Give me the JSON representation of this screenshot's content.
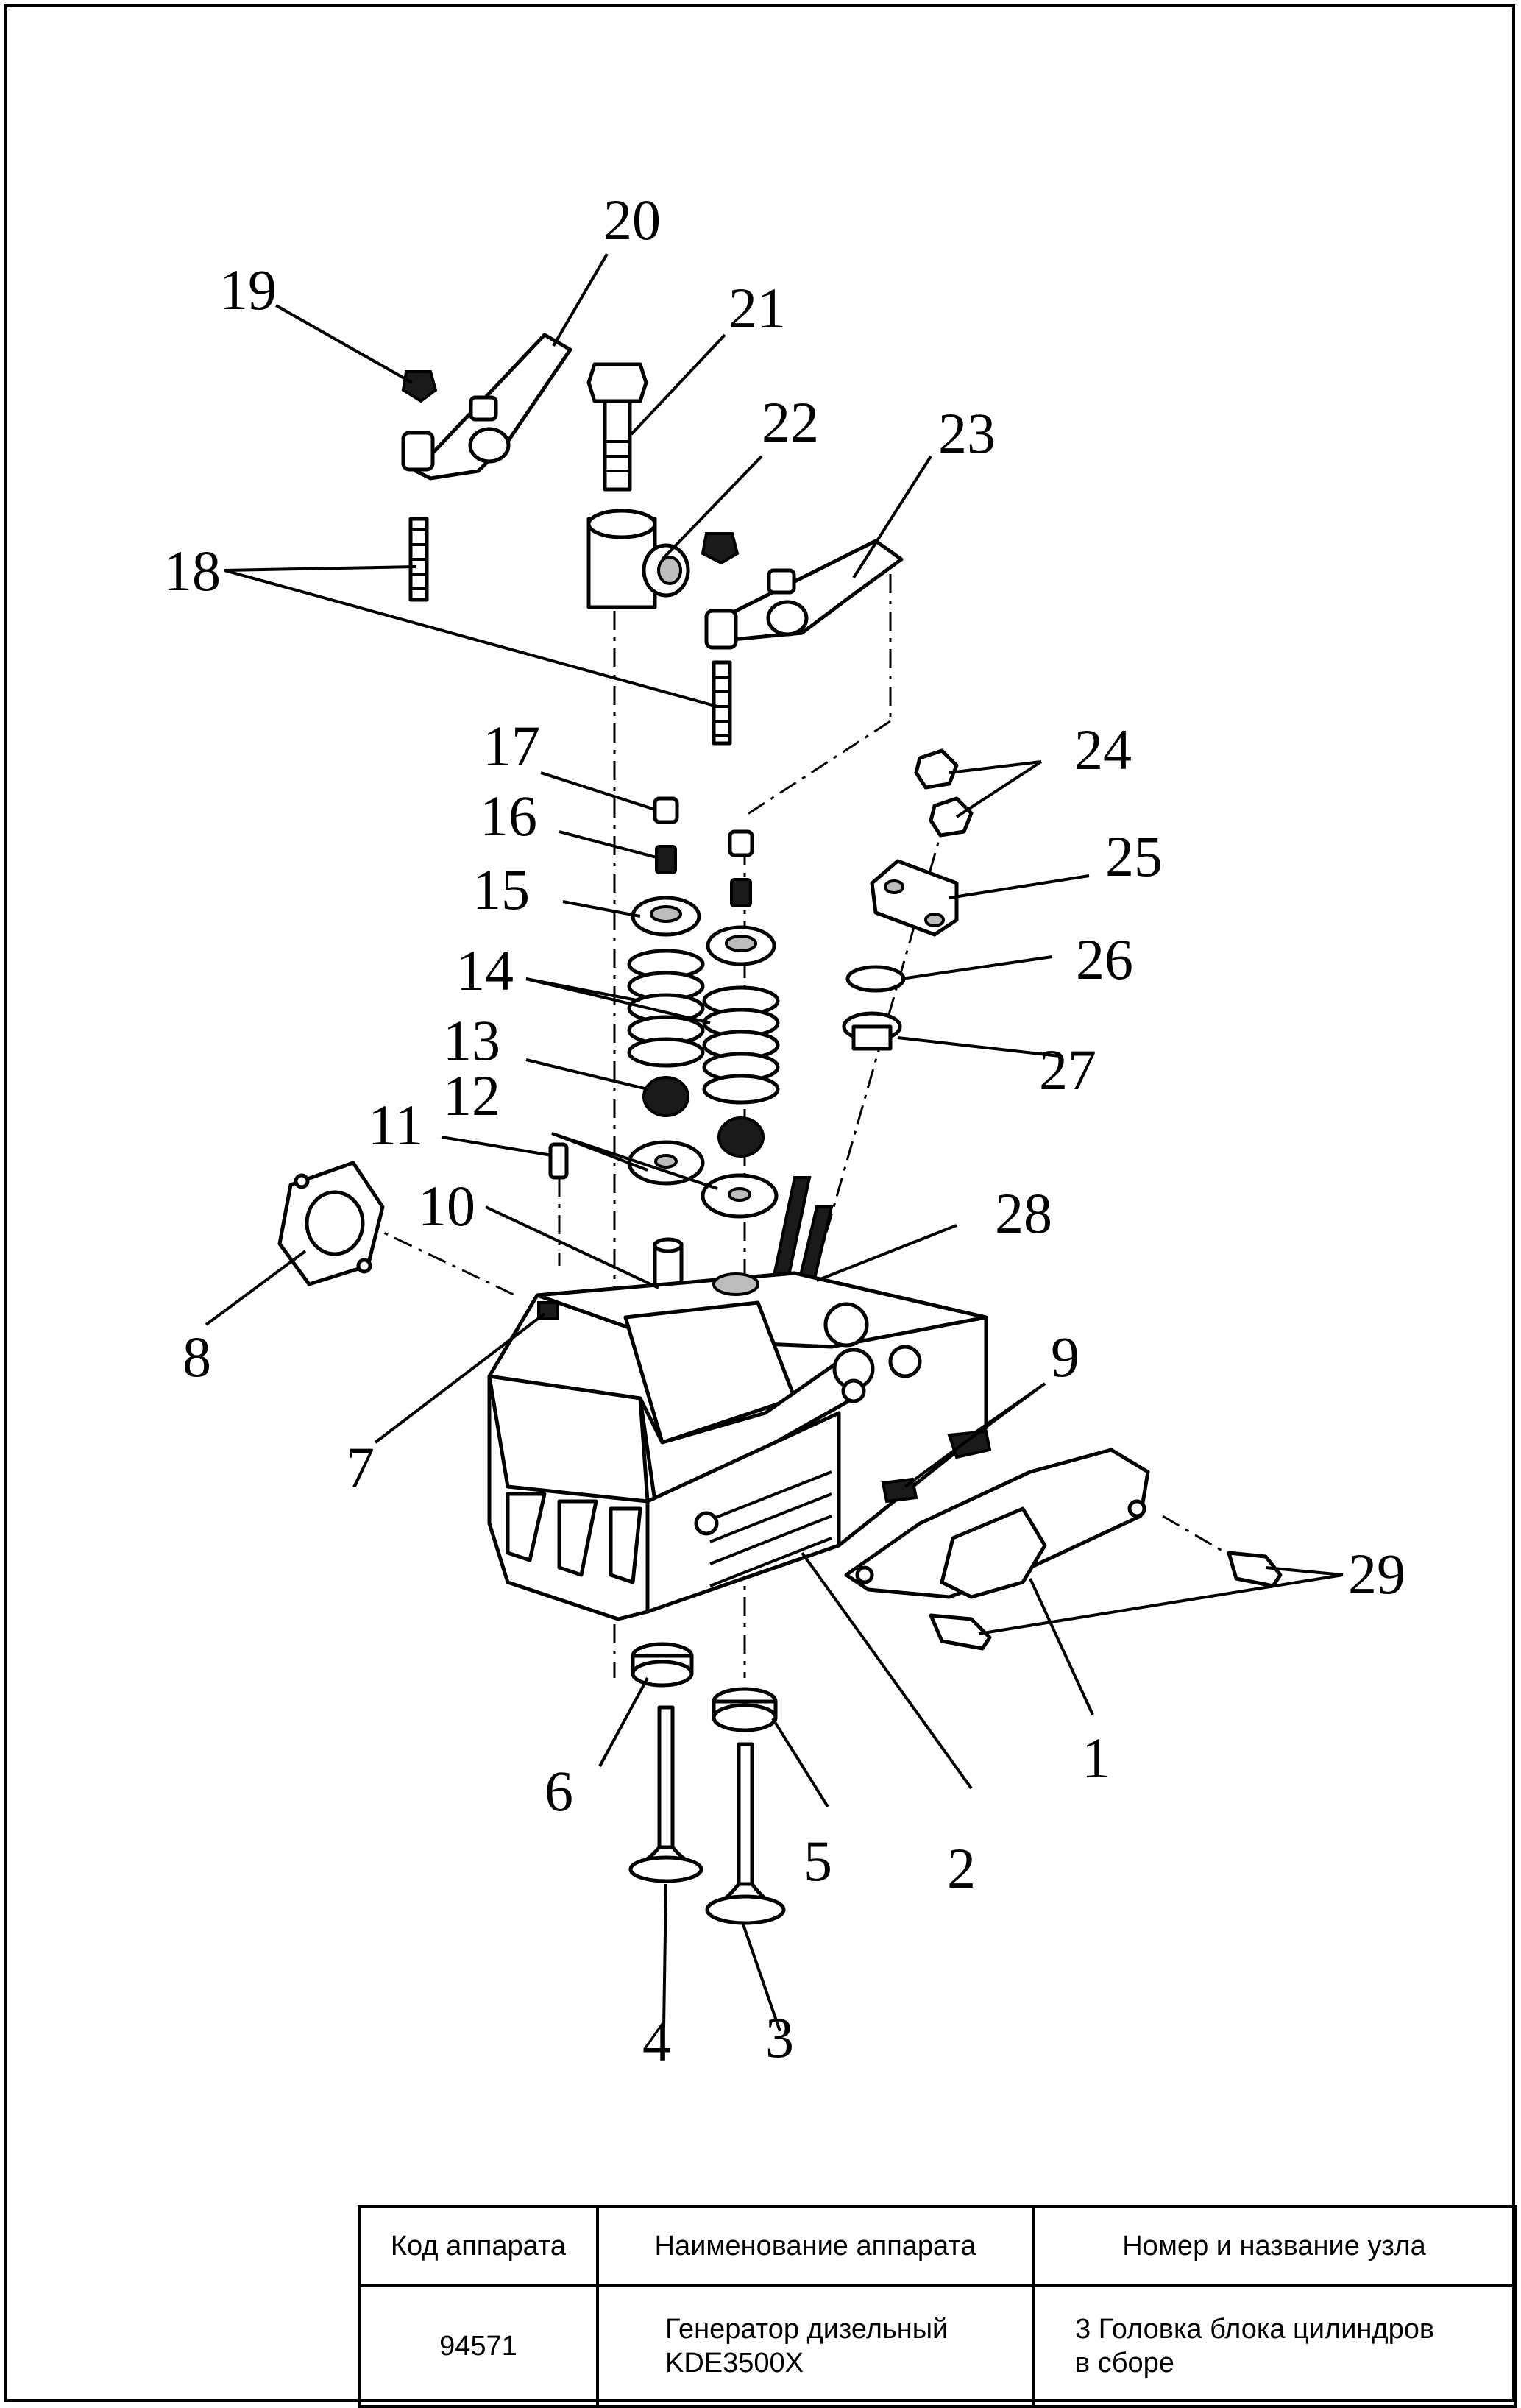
{
  "diagram": {
    "callouts": [
      "1",
      "2",
      "3",
      "4",
      "5",
      "6",
      "7",
      "8",
      "9",
      "10",
      "11",
      "12",
      "13",
      "14",
      "15",
      "16",
      "17",
      "18",
      "19",
      "20",
      "21",
      "22",
      "23",
      "24",
      "25",
      "26",
      "27",
      "28",
      "29"
    ]
  },
  "title_block": {
    "headers": {
      "code": "Код аппарата",
      "name": "Наименование аппарата",
      "assembly": "Номер и название узла"
    },
    "values": {
      "code": "94571",
      "name_line1": "Генератор дизельный",
      "name_line2": "KDE3500X",
      "assembly_line1": "3 Головка блока цилиндров",
      "assembly_line2": "в сборе"
    }
  }
}
